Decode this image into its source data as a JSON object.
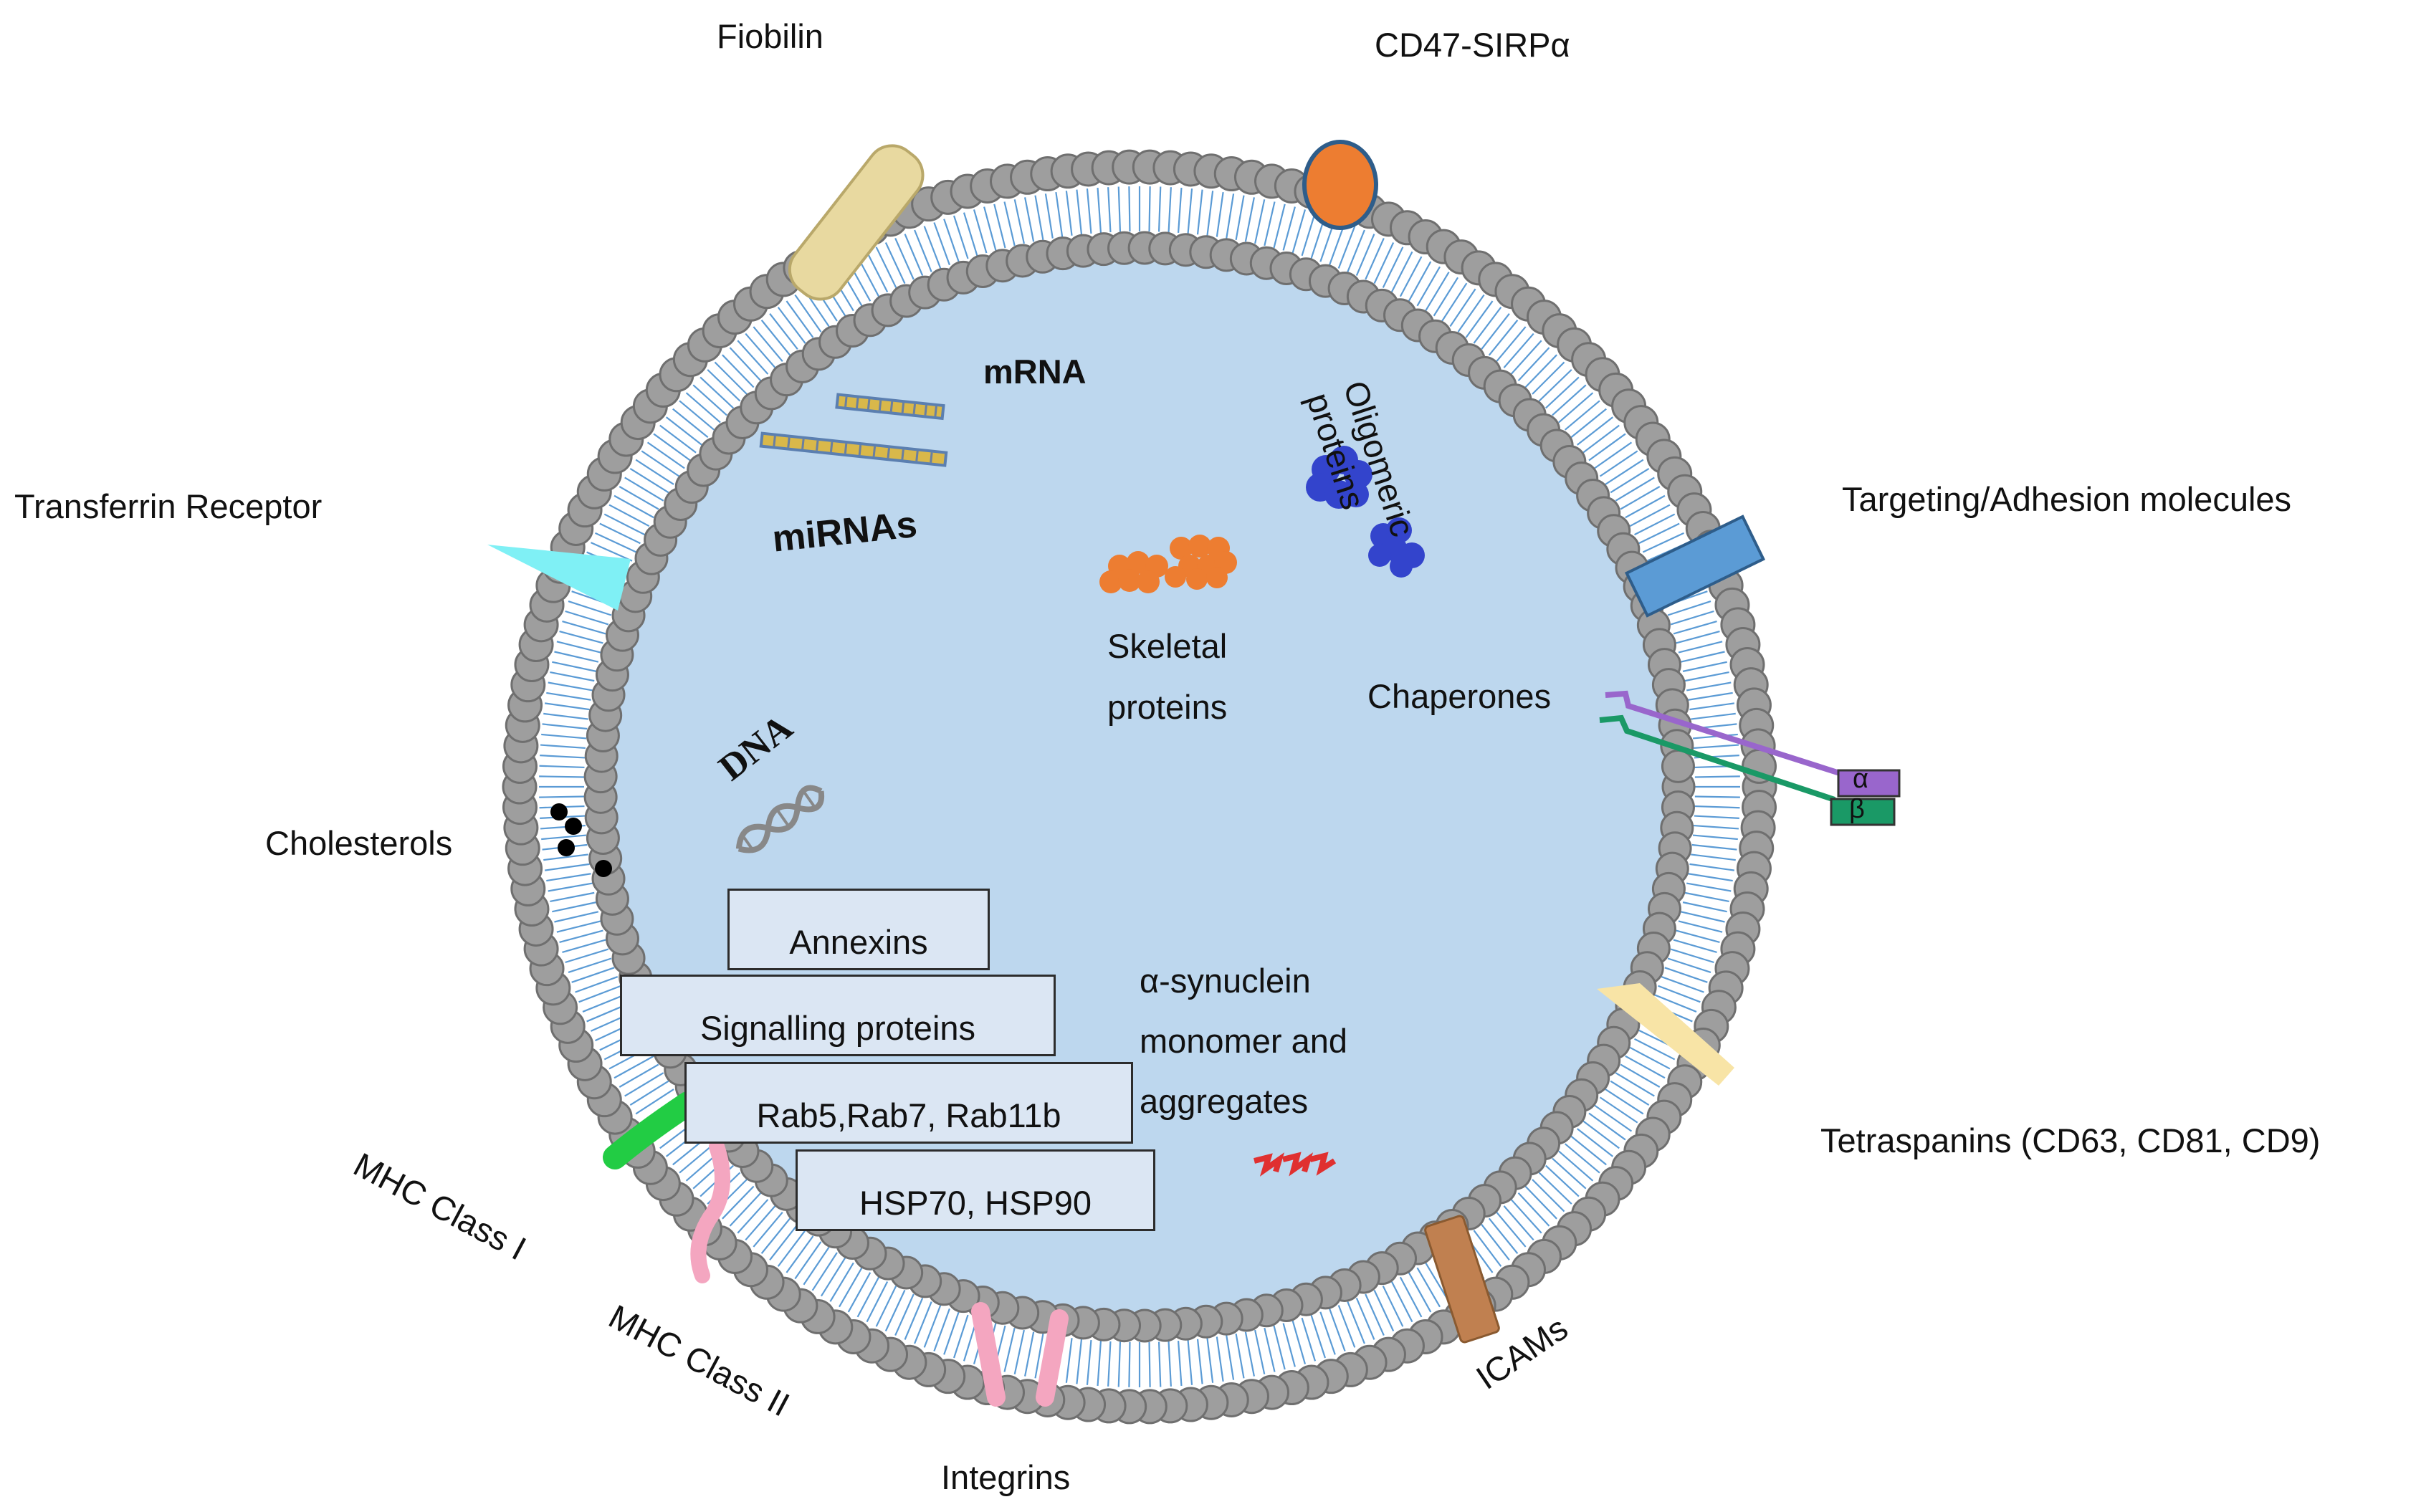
{
  "labels": {
    "fiobilin": "Fiobilin",
    "cd47": "CD47-SIRPα",
    "transferrin": "Transferrin Receptor",
    "targeting": "Targeting/Adhesion molecules",
    "mrna": "mRNA",
    "mirnas": "miRNAs",
    "oligomeric": "Oligomeric proteins",
    "skeletal_1": "Skeletal",
    "skeletal_2": "proteins",
    "chaperones": "Chaperones",
    "alpha": "α",
    "beta": "β",
    "dna": "DNA",
    "cholesterols": "Cholesterols",
    "synuclein_1": "α-synuclein",
    "synuclein_2": "monomer and",
    "synuclein_3": "aggregates",
    "tetraspanins": "Tetraspanins (CD63, CD81, CD9)",
    "mhc1": "MHC Class I",
    "mhc2": "MHC Class II",
    "integrins": "Integrins",
    "icams": "ICAMs"
  },
  "boxes": {
    "annexins": "Annexins",
    "signalling": "Signalling proteins",
    "rab": "Rab5,Rab7, Rab11b",
    "hsp": "HSP70, HSP90"
  },
  "colors": {
    "lumen": "#bdd7ee",
    "lipid_head": "#9e9e9e",
    "lipid_tail": "#5b9bd5",
    "cd47": "#ed7d31",
    "targeting": "#5b9bd5",
    "transferrin": "#7ff0f5",
    "fiobilin": "#e8d9a0",
    "tetraspanin": "#f8e4a6",
    "icam": "#c08050",
    "integrin": "#f4a6c0",
    "mhc1": "#22cc44",
    "alpha_chain": "#9966cc",
    "beta_chain": "#1a9966"
  }
}
